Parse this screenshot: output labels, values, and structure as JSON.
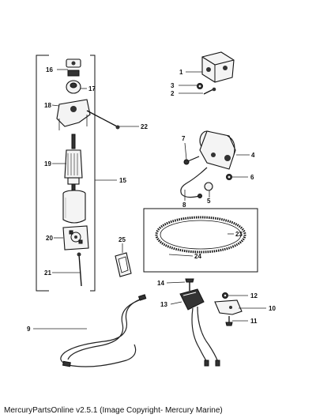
{
  "footer": {
    "caption": "MercuryPartsOnline v2.5.1 (Image Copyright- Mercury Marine)"
  },
  "callouts": [
    "1",
    "2",
    "3",
    "4",
    "5",
    "6",
    "7",
    "8",
    "9",
    "10",
    "11",
    "12",
    "13",
    "14",
    "15",
    "16",
    "17",
    "18",
    "19",
    "20",
    "21",
    "22",
    "23",
    "24",
    "25"
  ]
}
